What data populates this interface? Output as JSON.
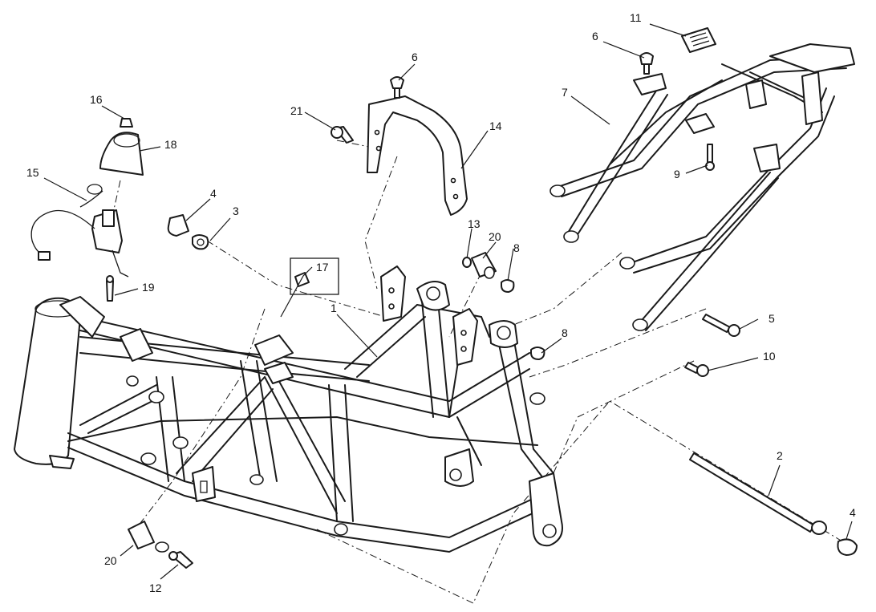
{
  "callouts": {
    "c1": "1",
    "c2": "2",
    "c3": "3",
    "c4a": "4",
    "c4b": "4",
    "c5": "5",
    "c6a": "6",
    "c6b": "6",
    "c7": "7",
    "c8a": "8",
    "c8b": "8",
    "c9": "9",
    "c10": "10",
    "c11": "11",
    "c12": "12",
    "c13": "13",
    "c14": "14",
    "c15": "15",
    "c16": "16",
    "c17": "17",
    "c18": "18",
    "c19": "19",
    "c20a": "20",
    "c20b": "20",
    "c21": "21"
  }
}
